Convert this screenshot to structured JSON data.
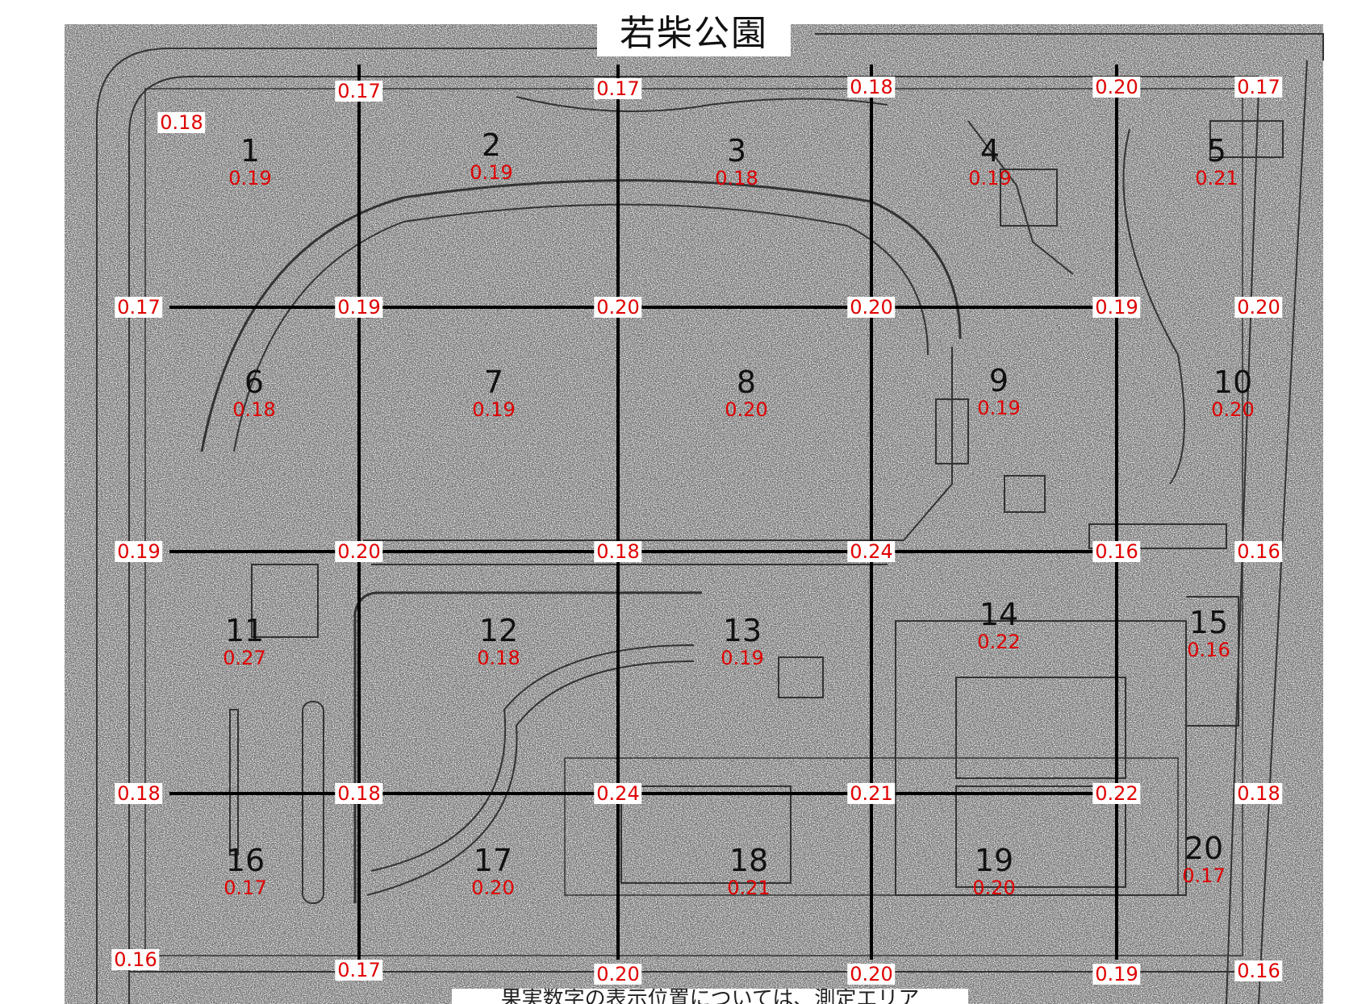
{
  "title": "若柴公園",
  "note": "果実数字の表示位置については、測定エリア",
  "colors": {
    "measurement": "#e00000",
    "grid": "#000000"
  },
  "cells": [
    {
      "id": "1",
      "value": "0.19"
    },
    {
      "id": "2",
      "value": "0.19"
    },
    {
      "id": "3",
      "value": "0.18"
    },
    {
      "id": "4",
      "value": "0.19"
    },
    {
      "id": "5",
      "value": "0.21"
    },
    {
      "id": "6",
      "value": "0.18"
    },
    {
      "id": "7",
      "value": "0.19"
    },
    {
      "id": "8",
      "value": "0.20"
    },
    {
      "id": "9",
      "value": "0.19"
    },
    {
      "id": "10",
      "value": "0.20"
    },
    {
      "id": "11",
      "value": "0.27"
    },
    {
      "id": "12",
      "value": "0.18"
    },
    {
      "id": "13",
      "value": "0.19"
    },
    {
      "id": "14",
      "value": "0.22"
    },
    {
      "id": "15",
      "value": "0.16"
    },
    {
      "id": "16",
      "value": "0.17"
    },
    {
      "id": "17",
      "value": "0.20"
    },
    {
      "id": "18",
      "value": "0.21"
    },
    {
      "id": "19",
      "value": "0.20"
    },
    {
      "id": "20",
      "value": "0.17"
    }
  ],
  "grid_points": [
    [
      "0.18",
      "0.17",
      "0.17",
      "0.18",
      "0.20",
      "0.17"
    ],
    [
      "0.17",
      "0.19",
      "0.20",
      "0.20",
      "0.19",
      "0.20"
    ],
    [
      "0.19",
      "0.20",
      "0.18",
      "0.24",
      "0.16",
      "0.16"
    ],
    [
      "0.18",
      "0.18",
      "0.24",
      "0.21",
      "0.22",
      "0.18"
    ],
    [
      "0.16",
      "0.17",
      "0.20",
      "0.20",
      "0.19",
      "0.16"
    ]
  ]
}
